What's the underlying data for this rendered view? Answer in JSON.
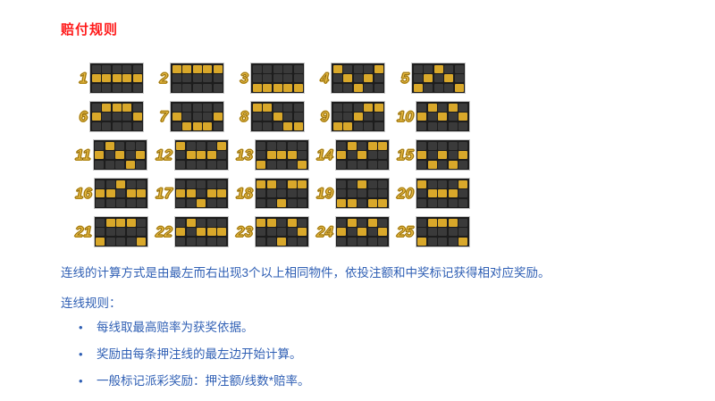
{
  "title": "赔付规则",
  "colors": {
    "title": "#ff1a1a",
    "text": "#2f5fb4",
    "cell_on": "#d9a82a",
    "cell_off": "#3a3a3a",
    "grid_bg": "#1d1d1d",
    "number": "#e8b93a"
  },
  "paylines": {
    "reels": 5,
    "rows": 3,
    "lines": [
      {
        "number": "1",
        "rows": [
          1,
          1,
          1,
          1,
          1
        ]
      },
      {
        "number": "2",
        "rows": [
          0,
          0,
          0,
          0,
          0
        ]
      },
      {
        "number": "3",
        "rows": [
          2,
          2,
          2,
          2,
          2
        ]
      },
      {
        "number": "4",
        "rows": [
          0,
          1,
          2,
          1,
          0
        ]
      },
      {
        "number": "5",
        "rows": [
          2,
          1,
          0,
          1,
          2
        ]
      },
      {
        "number": "6",
        "rows": [
          1,
          0,
          0,
          0,
          1
        ]
      },
      {
        "number": "7",
        "rows": [
          1,
          2,
          2,
          2,
          1
        ]
      },
      {
        "number": "8",
        "rows": [
          0,
          0,
          1,
          2,
          2
        ]
      },
      {
        "number": "9",
        "rows": [
          2,
          2,
          1,
          0,
          0
        ]
      },
      {
        "number": "10",
        "rows": [
          1,
          0,
          1,
          0,
          1
        ]
      },
      {
        "number": "11",
        "rows": [
          1,
          0,
          1,
          2,
          1
        ]
      },
      {
        "number": "12",
        "rows": [
          0,
          1,
          1,
          1,
          0
        ]
      },
      {
        "number": "13",
        "rows": [
          2,
          1,
          1,
          1,
          2
        ]
      },
      {
        "number": "14",
        "rows": [
          1,
          0,
          1,
          0,
          0
        ]
      },
      {
        "number": "15",
        "rows": [
          1,
          2,
          1,
          2,
          1
        ]
      },
      {
        "number": "16",
        "rows": [
          1,
          1,
          0,
          1,
          1
        ]
      },
      {
        "number": "17",
        "rows": [
          1,
          1,
          2,
          1,
          1
        ]
      },
      {
        "number": "18",
        "rows": [
          0,
          0,
          2,
          0,
          0
        ]
      },
      {
        "number": "19",
        "rows": [
          2,
          2,
          0,
          2,
          2
        ]
      },
      {
        "number": "20",
        "rows": [
          0,
          1,
          1,
          1,
          0
        ]
      },
      {
        "number": "21",
        "rows": [
          2,
          0,
          0,
          0,
          2
        ]
      },
      {
        "number": "22",
        "rows": [
          1,
          0,
          1,
          1,
          1
        ]
      },
      {
        "number": "23",
        "rows": [
          0,
          0,
          2,
          0,
          1
        ]
      },
      {
        "number": "24",
        "rows": [
          1,
          0,
          1,
          0,
          1
        ]
      },
      {
        "number": "25",
        "rows": [
          2,
          0,
          0,
          0,
          2
        ]
      }
    ]
  },
  "body": {
    "intro": "连线的计算方式是由最左而右出现3个以上相同物件，依投注额和中奖标记获得相对应奖励。",
    "rules_heading": "连线规则：",
    "bullet_char": "•",
    "rules": [
      "每线取最高赔率为获奖依据。",
      "奖励由每条押注线的最左边开始计算。",
      "一般标记派彩奖励：押注额/线数*赔率。"
    ]
  }
}
